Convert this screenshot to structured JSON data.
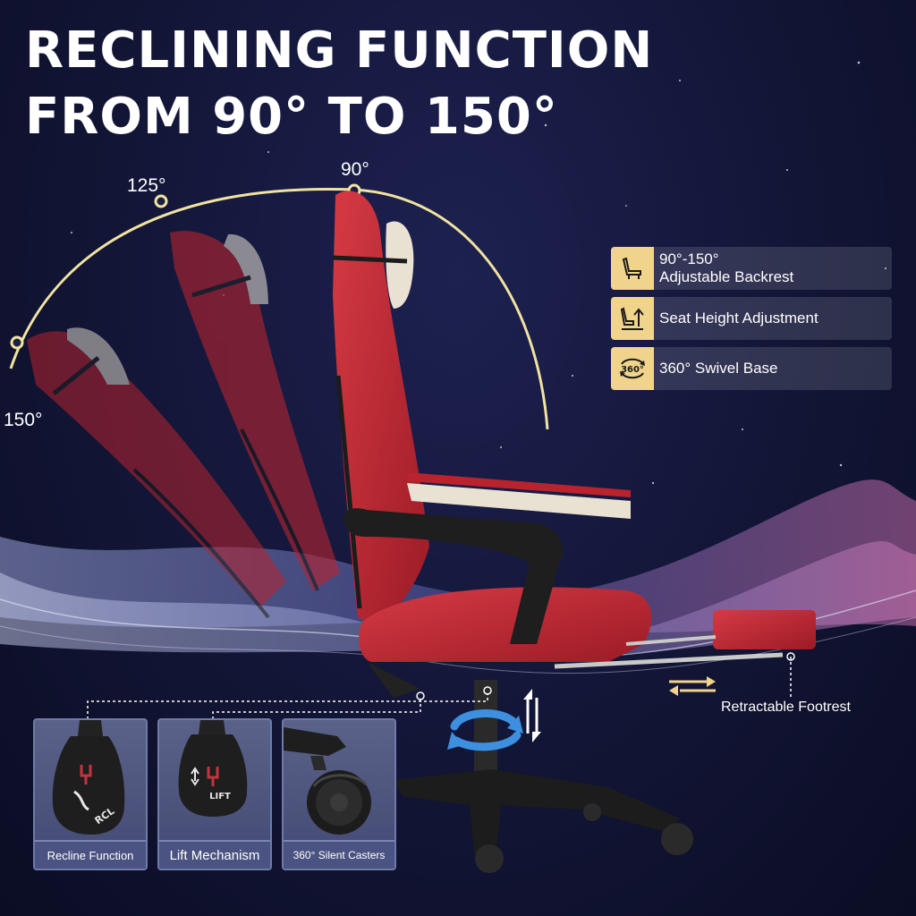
{
  "headline": {
    "line1": "RECLINING FUNCTION",
    "line2": "FROM 90° TO 150°"
  },
  "recline_angles": [
    {
      "label": "90°"
    },
    {
      "label": "125°"
    },
    {
      "label": "150°"
    }
  ],
  "features": [
    {
      "icon": "backrest-recline-icon",
      "lines": [
        "90°-150°",
        "Adjustable Backrest"
      ]
    },
    {
      "icon": "seat-height-icon",
      "lines": [
        "Seat Height Adjustment"
      ]
    },
    {
      "icon": "swivel-360-icon",
      "icon_text": "360°",
      "lines": [
        "360° Swivel Base"
      ]
    }
  ],
  "callouts": {
    "footrest": "Retractable Footrest"
  },
  "detail_cards": [
    {
      "caption": "Recline Function",
      "paddle_text": "RCL"
    },
    {
      "caption": "Lift Mechanism",
      "paddle_text": "LIFT"
    },
    {
      "caption": "360° Silent Casters"
    }
  ],
  "colors": {
    "background": "#121535",
    "arc": "#f1e3a0",
    "accent_gold": "#f1d48b",
    "chair_red": "#b8232e",
    "swivel_arrow_blue": "#3d8fe0"
  }
}
